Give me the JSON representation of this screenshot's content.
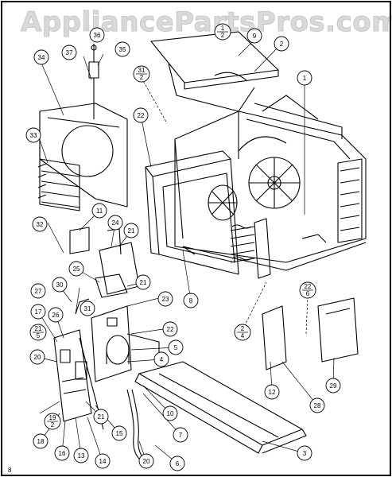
{
  "watermark": "AppliancePartsPros.com",
  "corner_label": "8",
  "callouts": [
    {
      "id": "c1",
      "label": "1"
    },
    {
      "id": "c2",
      "label": "2"
    },
    {
      "id": "c3",
      "label": "3"
    },
    {
      "id": "c4",
      "label": "4"
    },
    {
      "id": "c5",
      "label": "5"
    },
    {
      "id": "c6",
      "label": "6"
    },
    {
      "id": "c7",
      "label": "7"
    },
    {
      "id": "c8",
      "label": "8"
    },
    {
      "id": "c9",
      "label": "9"
    },
    {
      "id": "c10",
      "label": "10"
    },
    {
      "id": "c11",
      "label": "11"
    },
    {
      "id": "c12",
      "label": "12"
    },
    {
      "id": "c13",
      "label": "13"
    },
    {
      "id": "c14",
      "label": "14"
    },
    {
      "id": "c15",
      "label": "15"
    },
    {
      "id": "c16",
      "label": "16"
    },
    {
      "id": "c17",
      "label": "17"
    },
    {
      "id": "c18",
      "label": "18"
    },
    {
      "id": "c20a",
      "label": "20"
    },
    {
      "id": "c20b",
      "label": "20"
    },
    {
      "id": "c21a",
      "label": "21"
    },
    {
      "id": "c21b",
      "label": "21"
    },
    {
      "id": "c21c",
      "label": "21"
    },
    {
      "id": "c22a",
      "label": "22"
    },
    {
      "id": "c22b",
      "label": "22"
    },
    {
      "id": "c23",
      "label": "23"
    },
    {
      "id": "c24",
      "label": "24"
    },
    {
      "id": "c25",
      "label": "25"
    },
    {
      "id": "c26",
      "label": "26"
    },
    {
      "id": "c27",
      "label": "27"
    },
    {
      "id": "c28",
      "label": "28"
    },
    {
      "id": "c29",
      "label": "29"
    },
    {
      "id": "c30",
      "label": "30"
    },
    {
      "id": "c31",
      "label": "31"
    },
    {
      "id": "c32",
      "label": "32"
    },
    {
      "id": "c33",
      "label": "33"
    },
    {
      "id": "c34",
      "label": "34"
    },
    {
      "id": "c35",
      "label": "35"
    },
    {
      "id": "c36",
      "label": "36"
    },
    {
      "id": "c37",
      "label": "37"
    }
  ],
  "fraction_callouts": [
    {
      "id": "f1",
      "top": "31",
      "bottom": "2"
    },
    {
      "id": "f2",
      "top": "21",
      "bottom": "5"
    },
    {
      "id": "f3",
      "top": "19",
      "bottom": "2"
    },
    {
      "id": "f4",
      "top": "2",
      "bottom": "4"
    },
    {
      "id": "f5",
      "top": "22",
      "bottom": "6"
    },
    {
      "id": "f6",
      "top": "1",
      "bottom": "2"
    }
  ]
}
